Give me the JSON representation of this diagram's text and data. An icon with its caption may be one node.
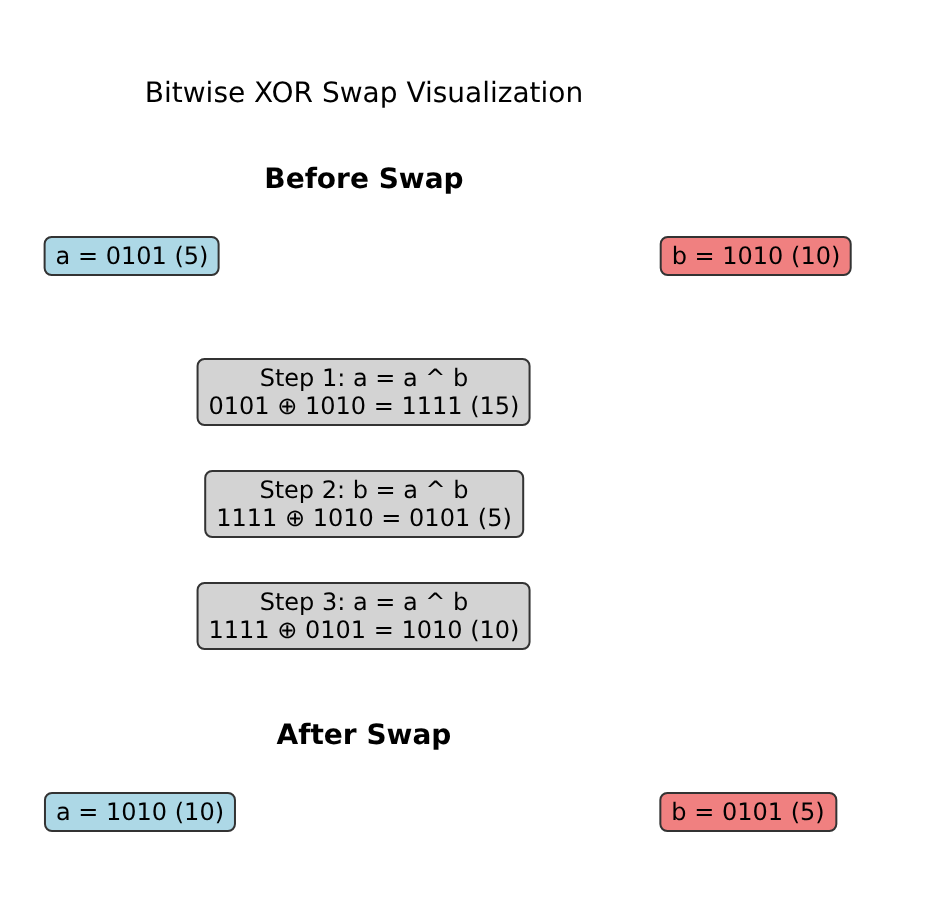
{
  "diagram": {
    "title": "Bitwise XOR Swap Visualization",
    "nodes": [
      {
        "text": [
          "a = 0101 (5)"
        ]
      },
      {
        "text": [
          "b = 1010 (10)"
        ]
      },
      {
        "text": [
          "Step 1: a = a ^ b",
          "0101 ⊕ 1010 = 1111 (15)"
        ]
      },
      {
        "text": [
          "Step 2: b = a ^ b",
          "1111 ⊕ 1010 = 0101 (5)"
        ]
      },
      {
        "text": [
          "Step 3: a = a ^ b",
          "1111 ⊕ 0101 = 1010 (10)"
        ]
      },
      {
        "text": [
          "a = 1010 (10)"
        ]
      },
      {
        "text": [
          "b = 0101 (5)"
        ]
      }
    ],
    "labels": [
      "Before Swap",
      "After Swap"
    ]
  }
}
